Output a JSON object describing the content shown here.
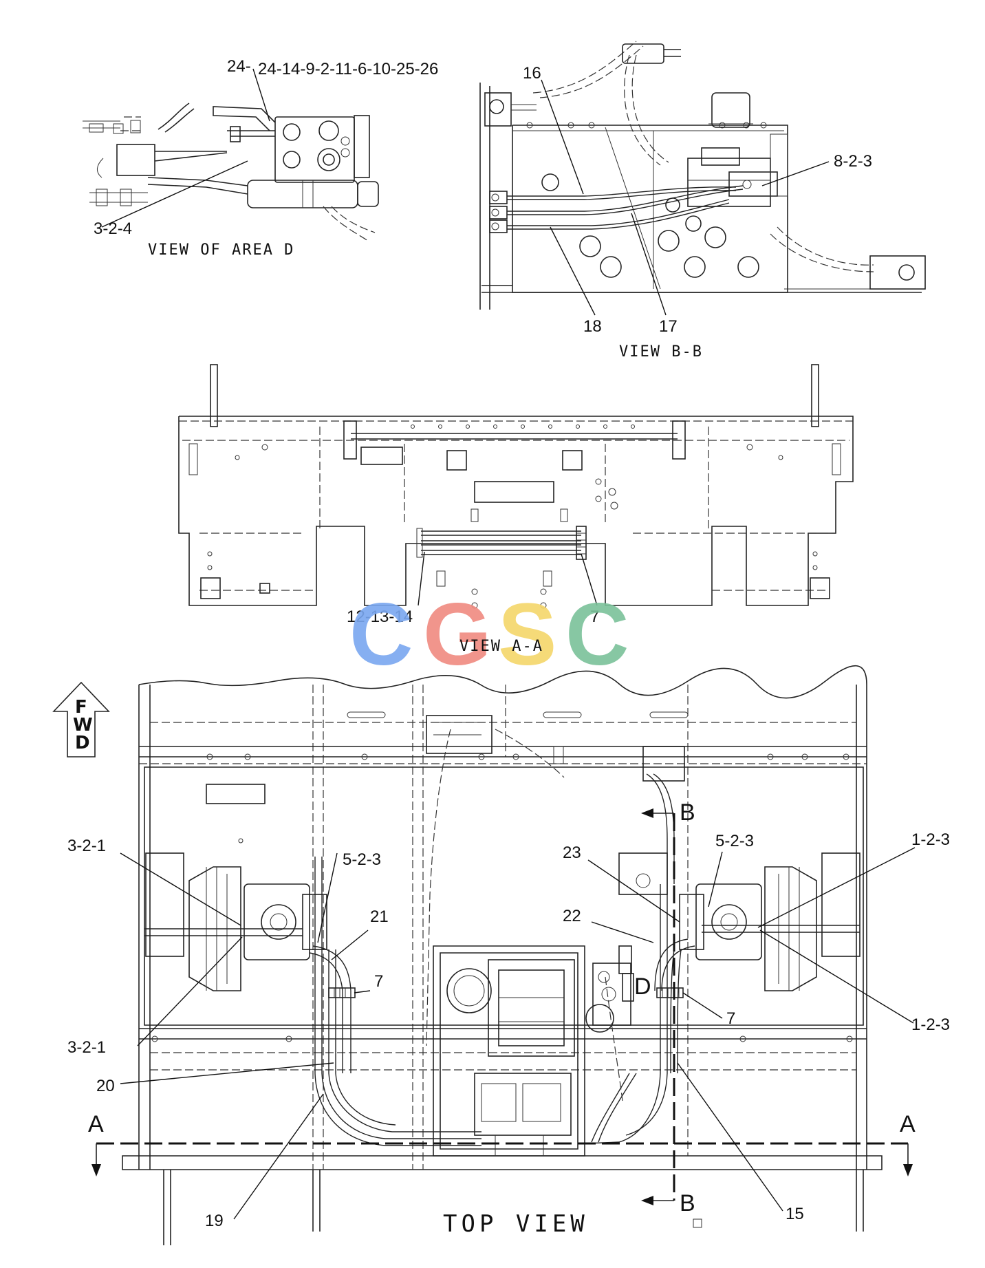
{
  "views": {
    "area_d": {
      "caption": "VIEW OF AREA D",
      "callouts": [
        "24-",
        "24-14-9-2-11-6-10-25-26",
        "3-2-4"
      ]
    },
    "b_b": {
      "caption": "VIEW B-B",
      "callouts": [
        "16",
        "8-2-3",
        "18",
        "17"
      ]
    },
    "a_a": {
      "caption": "VIEW A-A",
      "callouts": [
        "12-13-14",
        "7"
      ]
    },
    "top": {
      "caption": "TOP VIEW",
      "callouts": [
        "3-2-1",
        "5-2-3",
        "21",
        "7",
        "3-2-1",
        "20",
        "19",
        "23",
        "5-2-3",
        "1-2-3",
        "22",
        "D",
        "7",
        "1-2-3",
        "15"
      ],
      "section_markers": [
        "B",
        "B",
        "A",
        "A"
      ]
    }
  },
  "fwd_arrow": [
    "F",
    "W",
    "D"
  ],
  "watermark": {
    "letters": [
      "C",
      "G",
      "S",
      "C"
    ],
    "colors": [
      "#7aa7f0",
      "#f08a80",
      "#f5d66a",
      "#7bc29a"
    ]
  }
}
